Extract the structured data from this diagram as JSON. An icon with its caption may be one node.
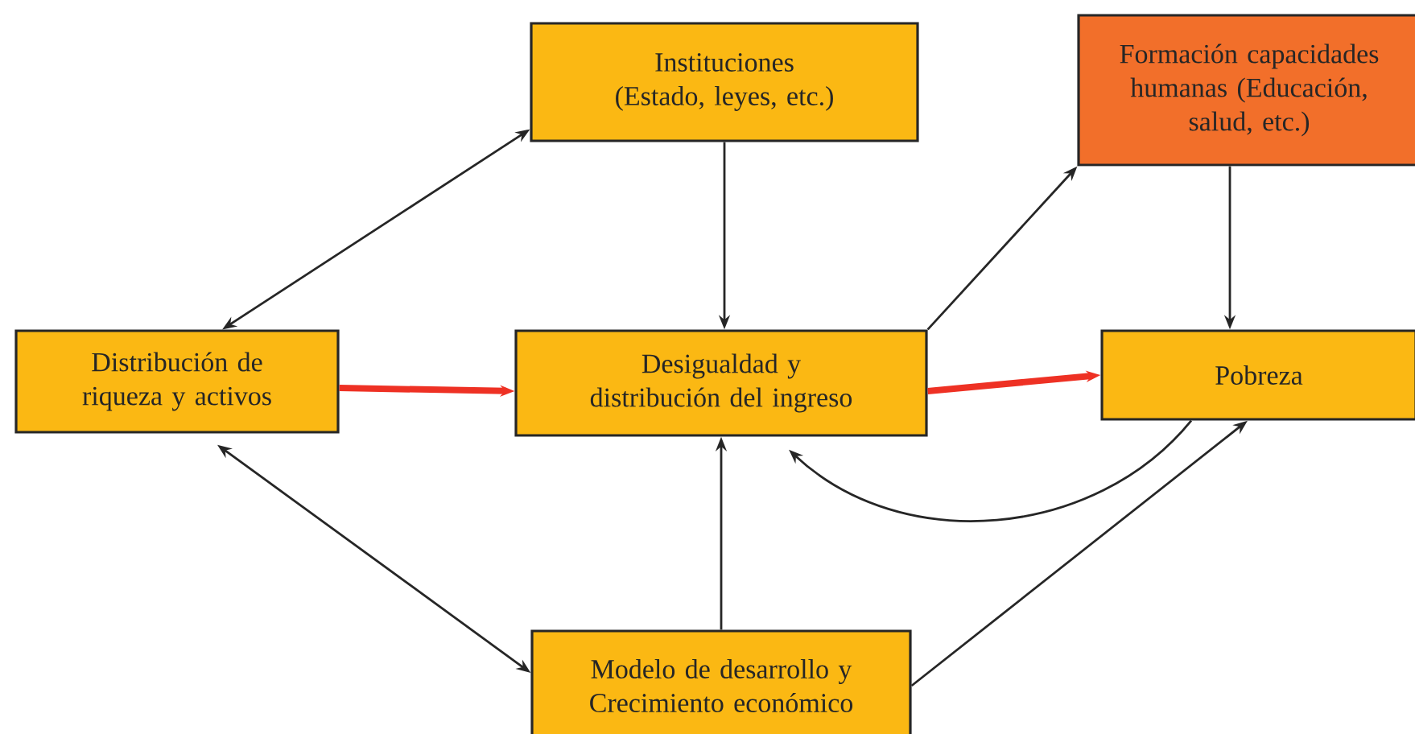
{
  "diagram": {
    "nodes": [
      {
        "text": [
          "Instituciones (Estado, leyes, etc.)"
        ]
      },
      {
        "text": [
          "Formación capacidades humanas (Educación, salud, etc.)"
        ]
      },
      {
        "text": [
          "Distribución de riqueza y activos"
        ]
      },
      {
        "text": [
          "Desigualdad y distribución del ingreso"
        ]
      },
      {
        "text": [
          "Pobreza"
        ]
      },
      {
        "text": [
          "Modelo de desarrollo y Crecimiento económico"
        ]
      }
    ],
    "edges": [
      {
        "from": 2,
        "to": 0,
        "arrow": "both"
      },
      {
        "from": 0,
        "to": 3,
        "arrow": "to"
      },
      {
        "from": 3,
        "to": 1,
        "arrow": "to"
      },
      {
        "from": 1,
        "to": 4,
        "arrow": "to"
      },
      {
        "from": 2,
        "to": 3,
        "arrow": "to",
        "style": "thick",
        "color": "#ee3124"
      },
      {
        "from": 3,
        "to": 4,
        "arrow": "to",
        "style": "thick",
        "color": "#ee3124"
      },
      {
        "from": 4,
        "to": 3,
        "arrow": "to"
      },
      {
        "from": 2,
        "to": 5,
        "arrow": "both"
      },
      {
        "from": 5,
        "to": 3,
        "arrow": "to"
      },
      {
        "from": 5,
        "to": 4,
        "arrow": "to"
      }
    ]
  }
}
